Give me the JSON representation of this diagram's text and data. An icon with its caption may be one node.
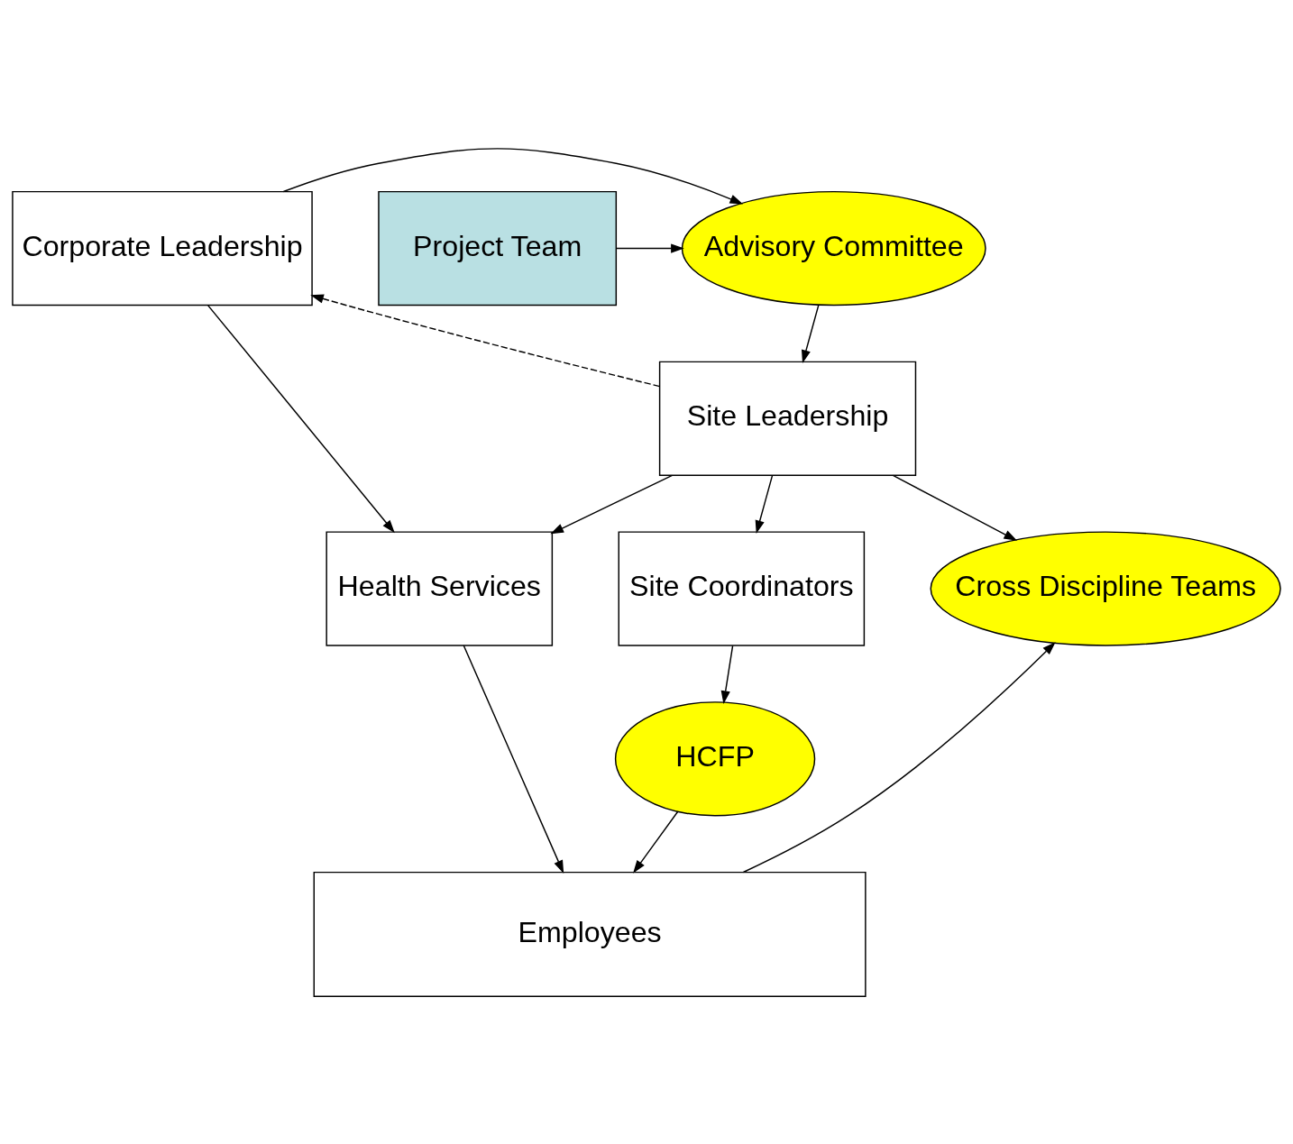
{
  "diagram": {
    "nodes": [
      {
        "text": [
          "Corporate Leadership"
        ]
      },
      {
        "text": [
          "Advisory Committee"
        ]
      },
      {
        "text": [
          "Project Team"
        ]
      },
      {
        "text": [
          "Site Leadership"
        ]
      },
      {
        "text": [
          "Health Services"
        ]
      },
      {
        "text": [
          "Site Coordinators"
        ]
      },
      {
        "text": [
          "Cross Discipline Teams"
        ]
      },
      {
        "text": [
          "HCFP"
        ]
      },
      {
        "text": [
          "Employees"
        ]
      }
    ],
    "edges": [
      {
        "from": 0,
        "to": 1,
        "arrow": "to"
      },
      {
        "from": 2,
        "to": 1,
        "arrow": "to"
      },
      {
        "from": 1,
        "to": 3,
        "arrow": "to"
      },
      {
        "from": 3,
        "to": 0,
        "arrow": "to",
        "style": "dashed"
      },
      {
        "from": 0,
        "to": 4,
        "arrow": "to"
      },
      {
        "from": 3,
        "to": 4,
        "arrow": "to"
      },
      {
        "from": 3,
        "to": 5,
        "arrow": "to"
      },
      {
        "from": 3,
        "to": 6,
        "arrow": "to"
      },
      {
        "from": 5,
        "to": 7,
        "arrow": "to"
      },
      {
        "from": 4,
        "to": 8,
        "arrow": "to"
      },
      {
        "from": 7,
        "to": 8,
        "arrow": "to"
      },
      {
        "from": 8,
        "to": 6,
        "arrow": "to"
      }
    ]
  }
}
